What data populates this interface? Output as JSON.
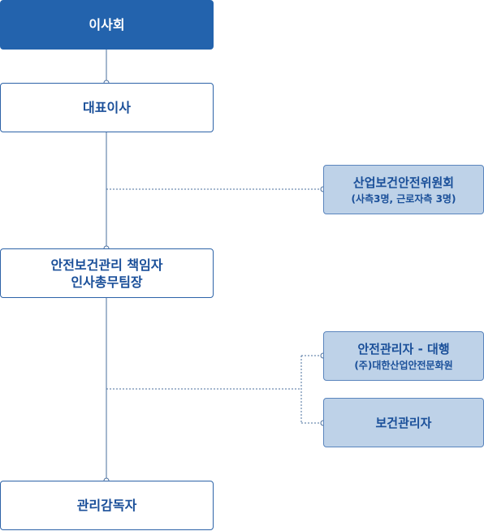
{
  "chart": {
    "nodes": {
      "board": {
        "label": "이사회"
      },
      "ceo": {
        "label": "대표이사"
      },
      "safety_manager": {
        "line1": "안전보건관리 책임자",
        "line2": "인사총무팀장"
      },
      "supervisor": {
        "label": "관리감독자"
      },
      "committee": {
        "title": "산업보건안전위원회",
        "subtitle": "(사측3명, 근로자측 3명)"
      },
      "safety_agent": {
        "title": "안전관리자 - 대행",
        "subtitle": "(주)대한산업안전문화원"
      },
      "health_manager": {
        "title": "보건관리자"
      }
    }
  },
  "colors": {
    "primary": "#2363ad",
    "text_blue": "#1a4f99",
    "side_fill": "#bed2e8",
    "side_border": "#5a85bd",
    "line": "#4a6f9e"
  }
}
